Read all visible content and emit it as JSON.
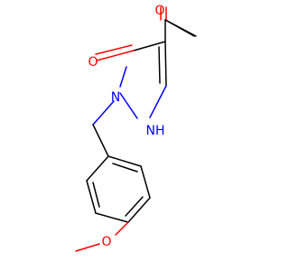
{
  "molecule": {
    "atoms": {
      "o_ketone": "O",
      "o_ring": "O",
      "n1": "N",
      "n2": "NH",
      "o_methoxy": "O"
    },
    "colors": {
      "bond": "#000000",
      "oxygen": "#ff0000",
      "nitrogen": "#0000ff",
      "background": "#ffffff"
    }
  }
}
